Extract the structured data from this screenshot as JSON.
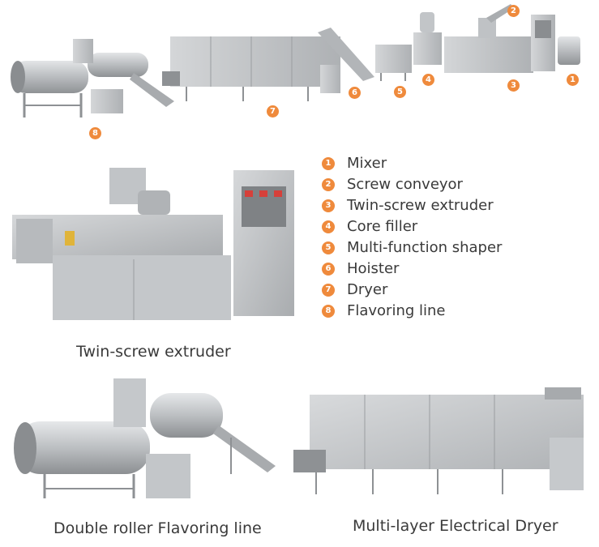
{
  "top_badges": {
    "b1": "1",
    "b2": "2",
    "b3": "3",
    "b4": "4",
    "b5": "5",
    "b6": "6",
    "b7": "7",
    "b8": "8"
  },
  "legend": [
    {
      "num": "1",
      "label": "Mixer"
    },
    {
      "num": "2",
      "label": "Screw conveyor"
    },
    {
      "num": "3",
      "label": "Twin-screw extruder"
    },
    {
      "num": "4",
      "label": "Core filler"
    },
    {
      "num": "5",
      "label": "Multi-function shaper"
    },
    {
      "num": "6",
      "label": "Hoister"
    },
    {
      "num": "7",
      "label": "Dryer"
    },
    {
      "num": "8",
      "label": "Flavoring line"
    }
  ],
  "captions": {
    "extruder": "Twin-screw extruder",
    "flavoring": "Double roller Flavoring line",
    "dryer": "Multi-layer Electrical Dryer"
  },
  "colors": {
    "badge": "#ef8a3c",
    "steel": "#c9cbcd",
    "steel_dark": "#8e9194",
    "text": "#3a3a3a"
  }
}
